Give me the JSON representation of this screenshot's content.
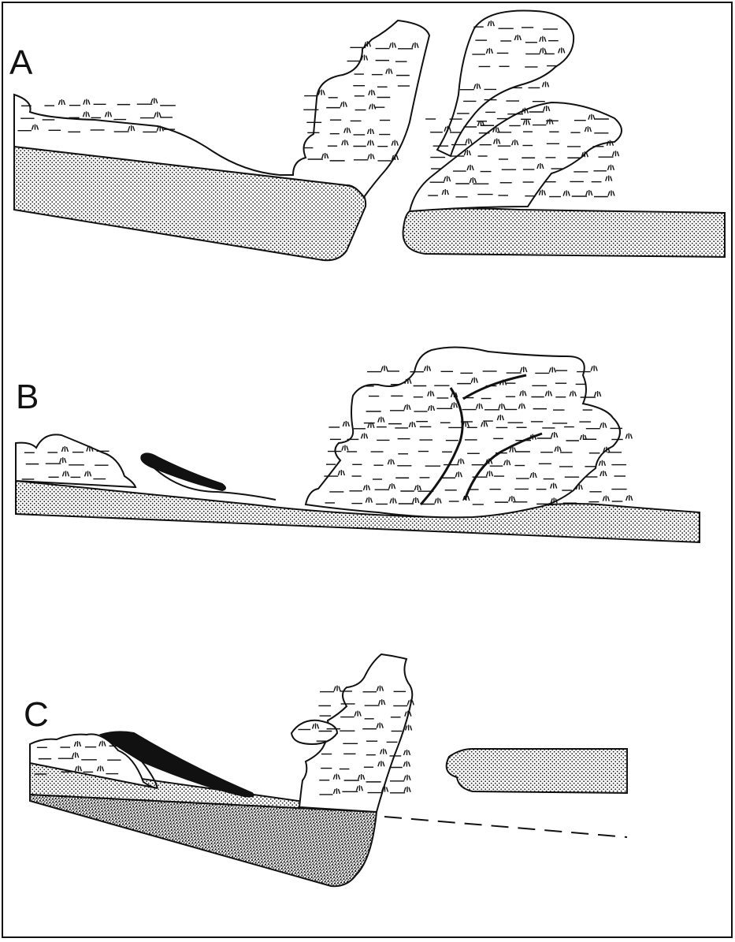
{
  "panels": {
    "a": {
      "label": "A"
    },
    "b": {
      "label": "B"
    },
    "c": {
      "label": "C"
    }
  },
  "colors": {
    "ink": "#111111",
    "paper": "#ffffff",
    "stipple": "#222222"
  }
}
